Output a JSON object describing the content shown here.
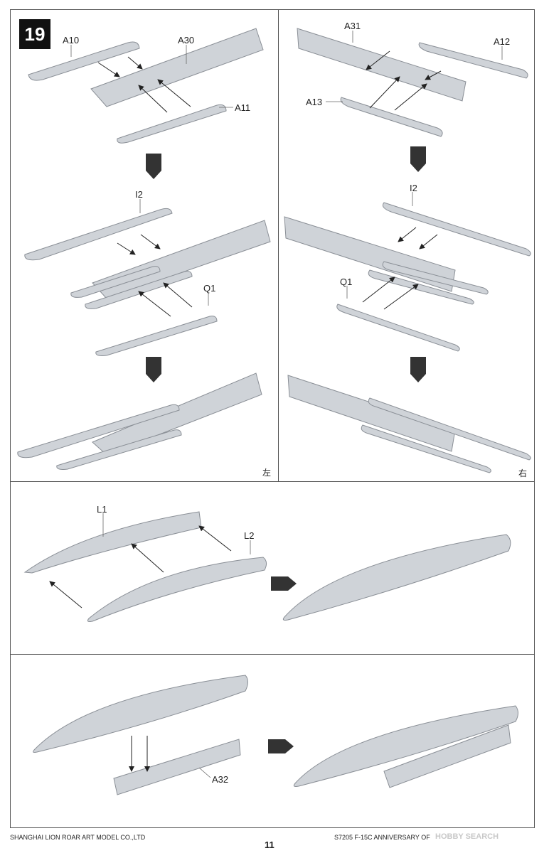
{
  "step": {
    "number": "19"
  },
  "parts": {
    "a10": "A10",
    "a30": "A30",
    "a11": "A11",
    "a31": "A31",
    "a12": "A12",
    "a13": "A13",
    "i2_left": "I2",
    "q1_left": "Q1",
    "i2_right": "I2",
    "q1_right": "Q1",
    "l1": "L1",
    "l2": "L2",
    "a32": "A32"
  },
  "sides": {
    "left": "左",
    "right": "右"
  },
  "footer": {
    "company": "SHANGHAI LION ROAR ART MODEL CO.,LTD",
    "page": "11",
    "product": "S7205 F-15C ANNIVERSARY OF"
  },
  "watermark": {
    "text": "HOBBY SEARCH"
  },
  "icons": {
    "down": "down-arrow-icon",
    "right": "right-arrow-icon"
  }
}
